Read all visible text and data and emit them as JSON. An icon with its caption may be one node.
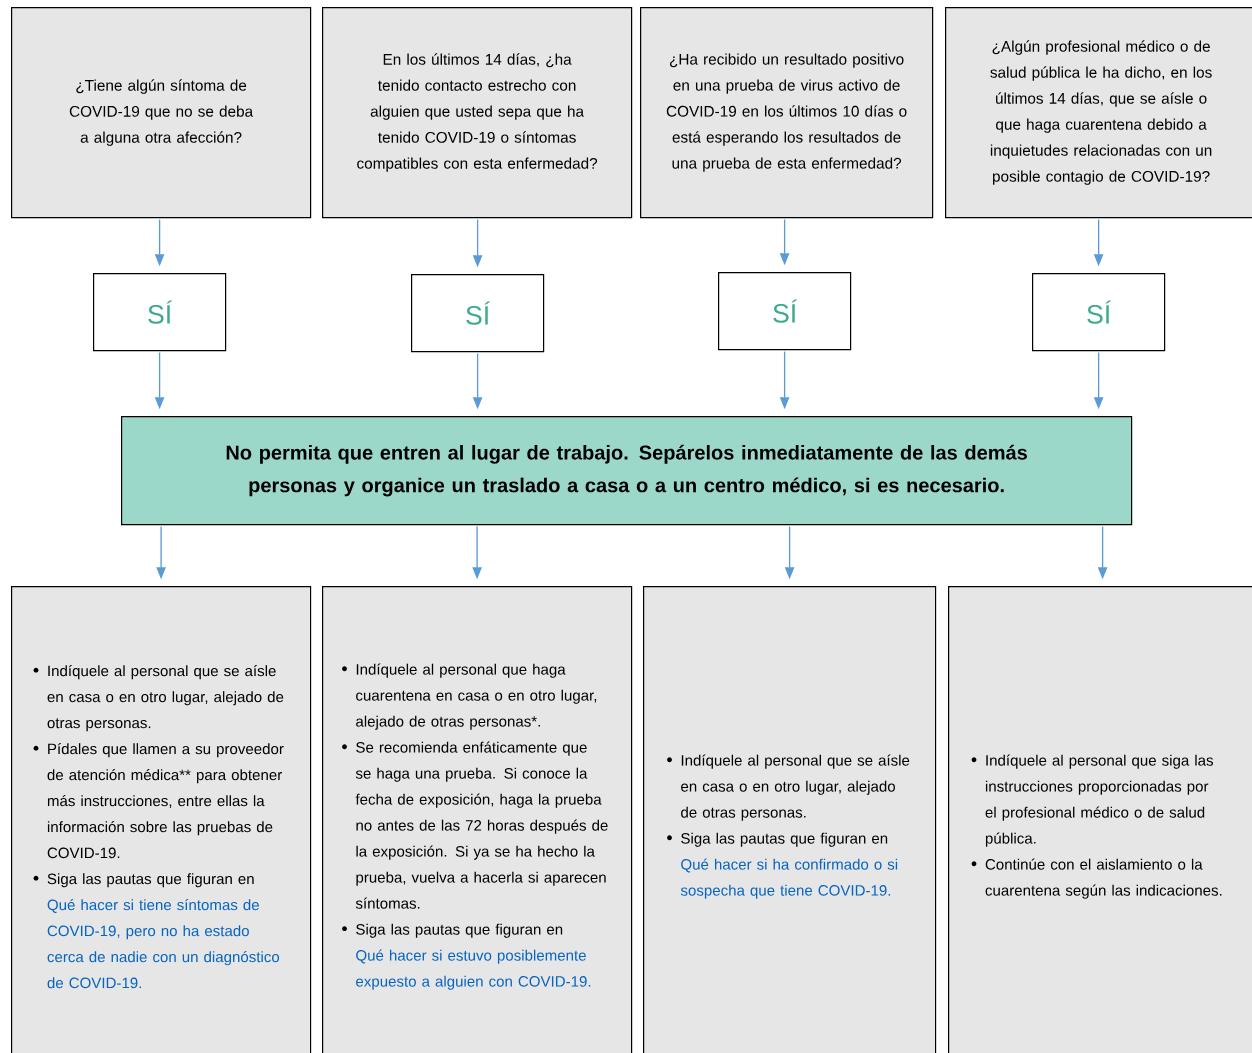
{
  "diagram": {
    "nodes": [
      {
        "text": [
          "¿Tiene algún síntoma de COVID-19 que no se deba a alguna otra afección?"
        ]
      },
      {
        "text": [
          "En los últimos 14 días, ¿ha tenido contacto estrecho con alguien que usted sepa que ha tenido COVID-19 o síntomas compatibles con esta enfermedad?"
        ]
      },
      {
        "text": [
          "¿Ha recibido un resultado positivo en una prueba de virus activo de COVID-19 en los últimos 10 días o está esperando los resultados de una prueba de esta enfermedad?"
        ]
      },
      {
        "text": [
          "¿Algún profesional médico o de salud pública le ha dicho, en los últimos 14 días, que se aísle o que haga cuarentena debido a inquietudes relacionadas con un posible contagio de COVID-19?"
        ]
      },
      {
        "text": [
          "SÍ"
        ]
      },
      {
        "text": [
          "SÍ"
        ]
      },
      {
        "text": [
          "SÍ"
        ]
      },
      {
        "text": [
          "SÍ"
        ]
      },
      {
        "text": [
          "No permita que entren al lugar de trabajo. Sepárelos inmediatamente de las demás personas y organice un traslado a casa o a un centro médico, si es necesario."
        ]
      },
      {
        "text": [
          "Indíquele al personal que se aísle en casa o en otro lugar, alejado de otras personas.",
          "Pídales que llamen a su proveedor de atención médica** para obtener más instrucciones, entre ellas la información sobre las pruebas de COVID-19.",
          "Siga las pautas que figuran en",
          "Qué hacer si tiene síntomas de COVID-19, pero no ha estado cerca de nadie con un diagnóstico de COVID-19."
        ]
      },
      {
        "text": [
          "Indíquele al personal que haga cuarentena en casa o en otro lugar, alejado de otras personas*.",
          "Se recomienda enfáticamente que se haga una prueba. Si conoce la fecha de exposición, haga la prueba no antes de las 72 horas después de la exposición. Si ya se ha hecho la prueba, vuelva a hacerla si aparecen síntomas.",
          "Siga las pautas que figuran en",
          "Qué hacer si estuvo posiblemente expuesto a alguien con COVID-19."
        ]
      },
      {
        "text": [
          "Indíquele al personal que se aísle en casa o en otro lugar, alejado de otras personas.",
          "Siga las pautas que figuran en",
          "Qué hacer si ha confirmado o si sospecha que tiene COVID-19."
        ]
      },
      {
        "text": [
          "Indíquele al personal que siga las instrucciones proporcionadas por el profesional médico o de salud pública.",
          "Continúe con el aislamiento o la cuarentena según las indicaciones."
        ]
      }
    ],
    "edges": [
      {
        "from": 0,
        "to": 4,
        "arrow": "to"
      },
      {
        "from": 1,
        "to": 5,
        "arrow": "to"
      },
      {
        "from": 2,
        "to": 6,
        "arrow": "to"
      },
      {
        "from": 3,
        "to": 7,
        "arrow": "to"
      },
      {
        "from": 4,
        "to": 8,
        "arrow": "to"
      },
      {
        "from": 5,
        "to": 8,
        "arrow": "to"
      },
      {
        "from": 6,
        "to": 8,
        "arrow": "to"
      },
      {
        "from": 7,
        "to": 8,
        "arrow": "to"
      },
      {
        "from": 8,
        "to": 9,
        "arrow": "to"
      },
      {
        "from": 8,
        "to": 10,
        "arrow": "to"
      },
      {
        "from": 8,
        "to": 11,
        "arrow": "to"
      },
      {
        "from": 8,
        "to": 12,
        "arrow": "to"
      }
    ]
  }
}
